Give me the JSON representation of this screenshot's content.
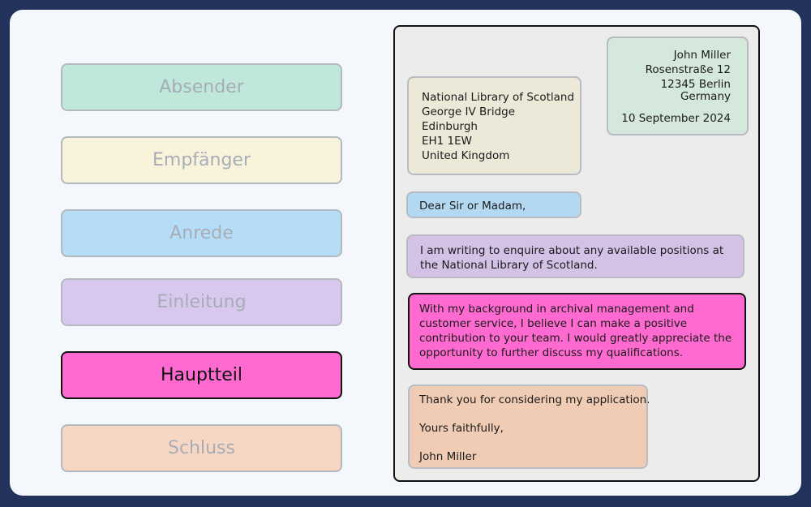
{
  "sections": [
    {
      "label": "Absender",
      "color": "#bfe8da",
      "active": false
    },
    {
      "label": "Empfänger",
      "color": "#faf3dc",
      "active": false
    },
    {
      "label": "Anrede",
      "color": "#b6ddf7",
      "active": false
    },
    {
      "label": "Einleitung",
      "color": "#d8c8ee",
      "active": false
    },
    {
      "label": "Hauptteil",
      "color": "#ff6ad0",
      "active": true
    },
    {
      "label": "Schluss",
      "color": "#f8d6c4",
      "active": false
    }
  ],
  "letter": {
    "sender": {
      "name": "John Miller",
      "street": "Rosenstraße 12",
      "city": "12345 Berlin",
      "country": "Germany",
      "date": "10 September 2024",
      "color": "#d4e8dc"
    },
    "recipient": {
      "lines": [
        "National Library of Scotland",
        "George IV Bridge",
        "Edinburgh",
        "EH1 1EW",
        "United Kingdom"
      ],
      "color": "#ede9d8"
    },
    "salutation": {
      "text": "Dear Sir or Madam,",
      "color": "#b3d8f2"
    },
    "introduction": {
      "text": "I am writing to enquire about any available positions at the National Library of Scotland.",
      "color": "#d3c2e6"
    },
    "main_body": {
      "text": "With my background in archival management and customer service, I believe I can make a positive contribution to your team. I would greatly appreciate the opportunity to further discuss my qualifications.",
      "color": "#ff6ad0"
    },
    "closing": {
      "thanks": "Thank you for considering my application.",
      "signoff": "Yours faithfully,",
      "name": "John Miller",
      "color": "#f0ccb4"
    }
  }
}
